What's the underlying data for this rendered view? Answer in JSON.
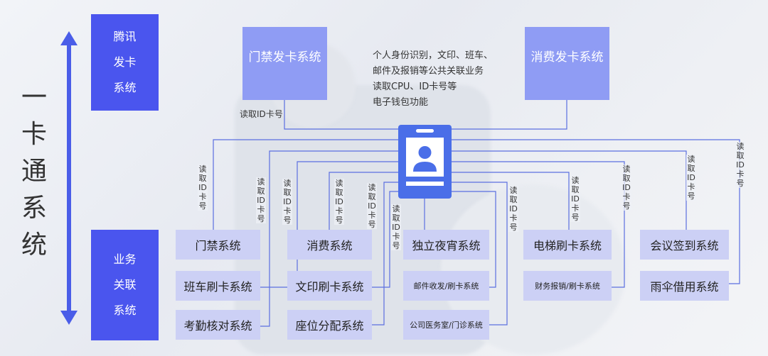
{
  "title_chars": [
    "一",
    "卡",
    "通",
    "系",
    "统"
  ],
  "left_boxes": {
    "tencent": [
      "腾讯",
      "发卡",
      "系统"
    ],
    "business": [
      "业务",
      "关联",
      "系统"
    ]
  },
  "top_boxes": {
    "access": "门禁发卡系统",
    "consume": "消费发卡系统"
  },
  "description_lines": [
    "个人身份识别，文印、班车、",
    "邮件及报销等公共关联业务",
    "读取CPU、ID卡号等",
    "电子钱包功能"
  ],
  "read_id_label": "读取ID卡号",
  "read_id_vertical": [
    "读",
    "取",
    "ID",
    "卡",
    "号"
  ],
  "systems": {
    "door": "门禁系统",
    "shuttle": "班车刷卡系统",
    "attendance": "考勤核对系统",
    "consume": "消费系统",
    "print": "文印刷卡系统",
    "seat": "座位分配系统",
    "night": "独立夜宵系统",
    "mail": "邮件收发/刷卡系统",
    "clinic": "公司医务室/门诊系统",
    "elevator": "电梯刷卡系统",
    "finance": "财务报销/刷卡系统",
    "meeting": "会议签到系统",
    "umbrella": "雨伞借用系统"
  },
  "colors": {
    "accent": "#4a55ee",
    "top_box": "#8f9cf4",
    "system_box": "#ccd0f5",
    "card": "#4a6ee8",
    "line": "#5b6fe0"
  }
}
